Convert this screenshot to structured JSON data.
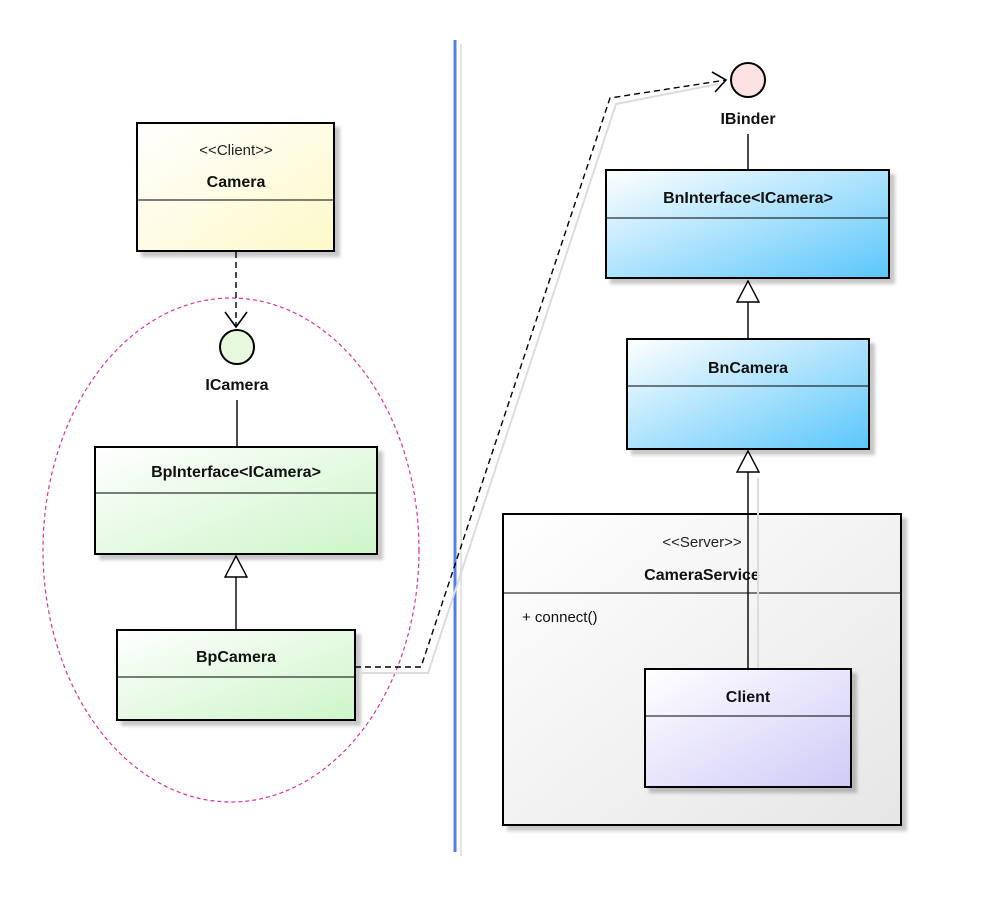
{
  "colors": {
    "client_class_fill": "#fffde0",
    "client_interface_fill": "#e6f9dd",
    "proxy_class_fill": "#dcf7d8",
    "binder_interface_fill": "#fbe3e3",
    "native_class_fill": "#cdeefe",
    "server_class_fill": "#f2f2f2",
    "inner_class_fill": "#e2e0fb",
    "divider": "#4f7df0",
    "process_boundary": "#e0329c"
  },
  "classes": {
    "camera": {
      "stereotype": "<<Client>>",
      "name": "Camera"
    },
    "bp_interface": {
      "name": "BpInterface<ICamera>"
    },
    "bp_camera": {
      "name": "BpCamera"
    },
    "bn_interface": {
      "name": "BnInterface<ICamera>"
    },
    "bn_camera": {
      "name": "BnCamera"
    },
    "camera_service": {
      "stereotype": "<<Server>>",
      "name": "CameraService",
      "operations": [
        "+ connect()"
      ]
    },
    "client": {
      "name": "Client"
    }
  },
  "interfaces": {
    "icamera": {
      "name": "ICamera"
    },
    "ibinder": {
      "name": "IBinder"
    }
  }
}
